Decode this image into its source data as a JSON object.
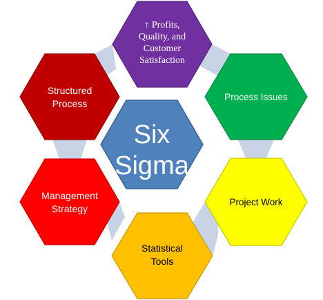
{
  "center": {
    "lines": [
      "Six",
      "Sigma"
    ],
    "color": "#4f81bd"
  },
  "nodes": [
    {
      "id": "profits",
      "lines": [
        "↑ Profits,",
        "Quality, and",
        "Customer",
        "Satisfaction"
      ],
      "color": "#7030a0"
    },
    {
      "id": "process-issues",
      "lines": [
        "Process Issues"
      ],
      "color": "#00b050"
    },
    {
      "id": "project-work",
      "lines": [
        "Project Work"
      ],
      "color": "#ffff00"
    },
    {
      "id": "statistical-tools",
      "lines": [
        "Statistical",
        "Tools"
      ],
      "color": "#ffc000"
    },
    {
      "id": "management-strategy",
      "lines": [
        "Management",
        "Strategy"
      ],
      "color": "#ff0000"
    },
    {
      "id": "structured-process",
      "lines": [
        "Structured",
        "Process"
      ],
      "color": "#c00000"
    }
  ],
  "connector_color": "#c9d3e6"
}
